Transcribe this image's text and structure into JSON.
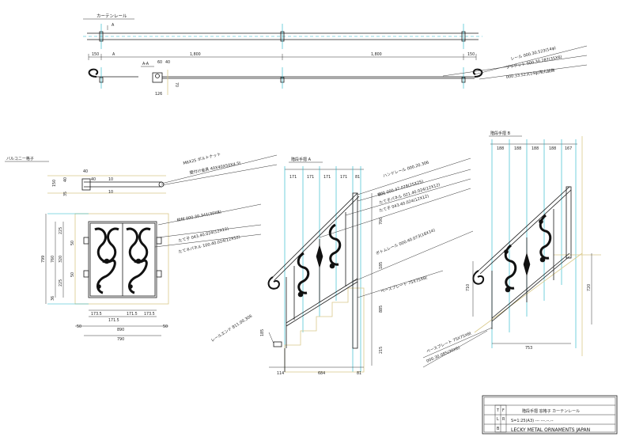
{
  "views": {
    "curtain_rail": {
      "title": "カーテンレール",
      "section_mark": "A",
      "dims": [
        "150",
        "A",
        "1,800",
        "1,800",
        "150"
      ],
      "section_label": "A-A",
      "section_dims": [
        "60",
        "40",
        "126",
        "70"
      ],
      "callouts": [
        "レール  000.30.523(14φ)",
        "ブラケット  000.30.287(35X6)",
        "000.33.523(14φ)用丸装飾"
      ]
    },
    "balcony": {
      "title": "バルコニー格子",
      "plan_dims": [
        "40",
        "40",
        "10",
        "150",
        "40",
        "35",
        "10",
        "35"
      ],
      "callouts_top": [
        "M6X25 ボルトナット",
        "壁付け金具  40X40X50X4.5t"
      ],
      "callouts_elev": [
        "枠材  000.30.341(30X8)",
        "たて子  043.40.024(12X12)",
        "たてネパネル  100.40.024(12X12)"
      ],
      "vert_dims": [
        "225",
        "799",
        "760",
        "320",
        "225",
        "36"
      ],
      "side_dims": [
        "50",
        "50"
      ],
      "bottom_dims": [
        "173.5",
        "171.5",
        "171.5",
        "173.5",
        "890",
        "790",
        "50",
        "50"
      ]
    },
    "stair_a": {
      "title": "階段手摺 A",
      "top_dims": [
        "171",
        "171",
        "171",
        "171",
        "81"
      ],
      "callouts": [
        "ハンドレール  000.20.306",
        "親柱  000.47.078(25X25)",
        "たて子パネル  021.40.024(12X12)",
        "たて子  043.40.024(12X12)",
        "ボトムレール  000.40.073(18X14)",
        "ベースプレート  75X75X6t",
        "レールエンド  811.00.306"
      ],
      "right_dims": [
        "700",
        "185",
        "885",
        "215"
      ],
      "left_dims": [
        "185"
      ],
      "bottom_dims": [
        "114",
        "684",
        "81"
      ]
    },
    "stair_b": {
      "title": "階段手摺 B",
      "top_dims": [
        "188",
        "188",
        "188",
        "188",
        "167"
      ],
      "left_dims": [
        "710"
      ],
      "right_dims": [
        "720"
      ],
      "callouts": [
        "ベースプレート  75X75X6t",
        "000.30.085(30X6)"
      ],
      "bottom_dims": [
        "753"
      ]
    }
  },
  "title_block": {
    "project": "階段手摺  窓格子  カーテンレール",
    "scale_row": "S=1:25(A3)  ---  ---.--.--",
    "company": "LECKY METAL ORNAMENTS JAPAN",
    "marks": [
      "T",
      "L",
      "F",
      "R",
      "B"
    ]
  }
}
